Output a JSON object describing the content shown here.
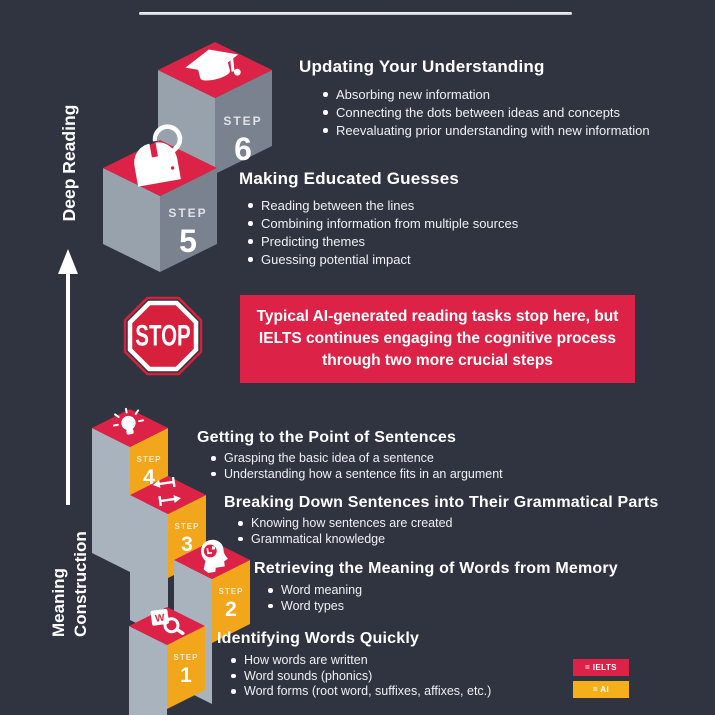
{
  "colors": {
    "background": "#2f3440",
    "accent_red": "#dc2347",
    "stop_red": "#d7203c",
    "accent_yellow": "#f2a61c",
    "cube_gray_light": "#a9b3be",
    "cube_gray_mid": "#98a2ad",
    "cube_gray_dark": "#79828e",
    "text": "#ffffff"
  },
  "axis": {
    "top_label": "Deep Reading",
    "bottom_label_line1": "Meaning",
    "bottom_label_line2": "Construction"
  },
  "steps": {
    "step6": {
      "step_label": "STEP",
      "number": "6",
      "icon": "graduation-cap-icon",
      "title": "Updating Your Understanding",
      "bullets": [
        "Absorbing new information",
        "Connecting the dots between ideas and concepts",
        "Reevaluating prior understanding with new information"
      ]
    },
    "step5": {
      "step_label": "STEP",
      "number": "5",
      "icon": "question-lock-icon",
      "title": "Making Educated Guesses",
      "bullets": [
        "Reading between the lines",
        "Combining information from multiple sources",
        "Predicting themes",
        "Guessing potential impact"
      ]
    },
    "step4": {
      "step_label": "STEP",
      "number": "4",
      "icon": "lightbulb-icon",
      "title": "Getting to the Point of Sentences",
      "bullets": [
        "Grasping the basic idea of a sentence",
        "Understanding how a sentence fits in an argument"
      ]
    },
    "step3": {
      "step_label": "STEP",
      "number": "3",
      "icon": "split-arrows-icon",
      "title": "Breaking Down Sentences into Their Grammatical Parts",
      "bullets": [
        "Knowing how sentences are created",
        "Grammatical knowledge"
      ]
    },
    "step2": {
      "step_label": "STEP",
      "number": "2",
      "icon": "memory-head-icon",
      "title": "Retrieving the Meaning of Words from Memory",
      "bullets": [
        "Word meaning",
        "Word types"
      ]
    },
    "step1": {
      "step_label": "STEP",
      "number": "1",
      "icon": "word-magnifier-icon",
      "icon_letter": "W",
      "title": "Identifying Words Quickly",
      "bullets": [
        "How words are written",
        "Word sounds (phonics)",
        "Word forms (root word, suffixes, affixes, etc.)"
      ]
    }
  },
  "stop": {
    "sign_label": "STOP",
    "message": "Typical AI-generated reading tasks stop here, but IELTS continues engaging the cognitive process through two more crucial steps"
  },
  "legend": {
    "items": [
      {
        "label": "= IELTS",
        "color": "#dc2347"
      },
      {
        "label": "= AI",
        "color": "#f5af1b"
      }
    ]
  }
}
